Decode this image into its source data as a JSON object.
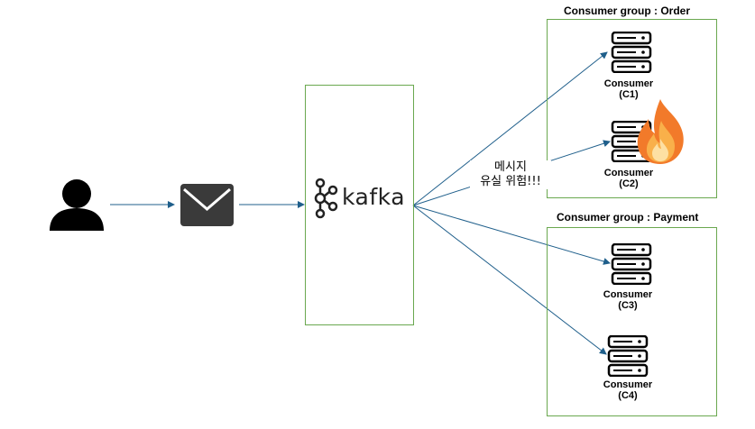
{
  "groups": [
    {
      "title": "Consumer group : Order"
    },
    {
      "title": "Consumer group : Payment"
    }
  ],
  "broker": {
    "name": "kafka",
    "icon": "kafka-logo-icon"
  },
  "producer": {
    "icon": "user-icon"
  },
  "message": {
    "icon": "envelope-icon"
  },
  "consumers": [
    {
      "line1": "Consumer",
      "line2": "(C1)"
    },
    {
      "line1": "Consumer",
      "line2": "(C2)"
    },
    {
      "line1": "Consumer",
      "line2": "(C3)"
    },
    {
      "line1": "Consumer",
      "line2": "(C4)"
    }
  ],
  "warning": {
    "line1": "메시지",
    "line2": "유실 위험!!!",
    "icon": "fire-icon"
  },
  "colors": {
    "border": "#6aa84f",
    "arrow": "#1f5f8b",
    "icon": "#111111",
    "envelope": "#3a3a3a"
  }
}
